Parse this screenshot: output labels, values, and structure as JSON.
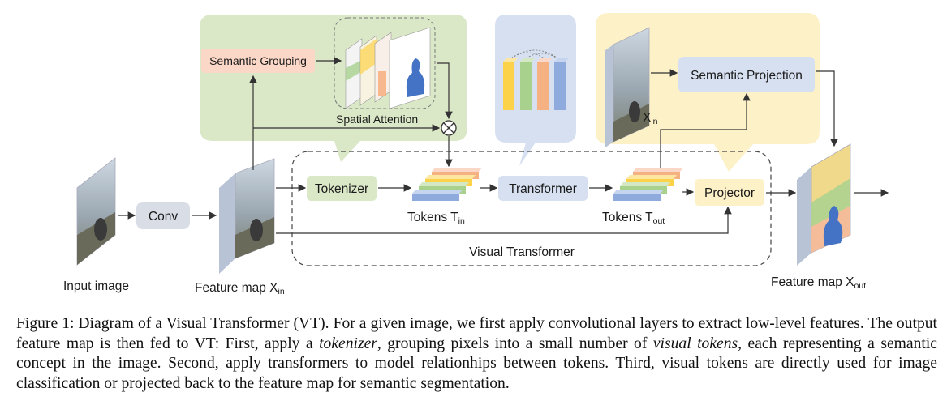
{
  "labels": {
    "conv": "Conv",
    "tokenizer": "Tokenizer",
    "transformer": "Transformer",
    "projector": "Projector",
    "semantic_grouping": "Semantic Grouping",
    "semantic_projection": "Semantic Projection",
    "spatial_attention": "Spatial Attention",
    "visual_transformer": "Visual Transformer",
    "input_image": "Input image",
    "feature_map_in_text": "Feature map X",
    "feature_map_in_sub": "in",
    "feature_map_out_text": "Feature map X",
    "feature_map_out_sub": "out",
    "tokens_in_text": "Tokens T",
    "tokens_in_sub": "in",
    "tokens_out_text": "Tokens T",
    "tokens_out_sub": "out",
    "xin_text": "X",
    "xin_sub": "in"
  },
  "caption": {
    "p1": "Figure 1: Diagram of a Visual Transformer (VT). For a given image, we first apply convolutional layers to extract low-level features. The output feature map is then fed to VT: First, apply a ",
    "em1": "tokenizer",
    "p2": ", grouping pixels into a small number of ",
    "em2": "visual tokens",
    "p3": ", each representing a semantic concept in the image. Second, apply transformers to model relationhips between tokens. Third, visual tokens are directly used for image classification or projected back to the feature map for semantic segmentation."
  },
  "colors": {
    "green_panel": "#dbe8c8",
    "blue_panel": "#d6e0f0",
    "yellow_panel": "#fdf1c8",
    "gray_box": "#d8dde6",
    "orange": "#f6b183",
    "yellow": "#fcd24a",
    "green": "#a9d18e",
    "blue": "#8faadc"
  }
}
